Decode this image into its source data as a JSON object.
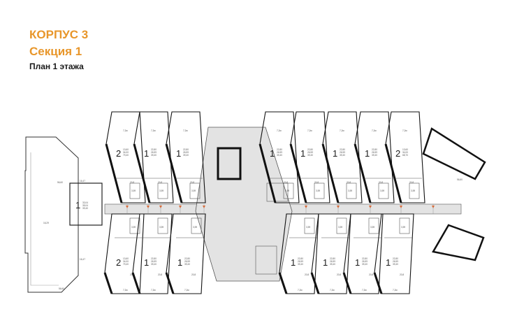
{
  "header": {
    "building": "КОРПУС 3",
    "section": "Секция 1",
    "floor_plan": "План 1 этажа"
  },
  "colors": {
    "accent": "#e8962a",
    "wall": "#111111",
    "corridor": "#e3e3e3",
    "exit_arrow": "#e8662a"
  },
  "apartments": {
    "top": [
      {
        "rooms": "2",
        "areas": [
          "13,60",
          "34,00",
          "79,40"
        ]
      },
      {
        "rooms": "1",
        "areas": [
          "22,80",
          "26,59",
          "39,40"
        ]
      },
      {
        "rooms": "1",
        "areas": [
          "22,80",
          "26,59",
          "39,40"
        ]
      },
      {
        "rooms": "1",
        "areas": [
          "22,80",
          "26,59",
          "39,40"
        ]
      },
      {
        "rooms": "1",
        "areas": [
          "22,80",
          "26,59",
          "39,40"
        ]
      },
      {
        "rooms": "1",
        "areas": [
          "22,80",
          "26,59",
          "39,40"
        ]
      },
      {
        "rooms": "1",
        "areas": [
          "22,80",
          "26,59",
          "39,40"
        ]
      },
      {
        "rooms": "2",
        "areas": [
          "13,60",
          "34,00",
          "68,70"
        ]
      }
    ],
    "bottom": [
      {
        "rooms": "2",
        "areas": [
          "13,60",
          "34,00",
          "79,40"
        ]
      },
      {
        "rooms": "1",
        "areas": [
          "22,80",
          "26,59",
          "39,40"
        ]
      },
      {
        "rooms": "1",
        "areas": [
          "22,80",
          "26,59",
          "39,40"
        ]
      },
      {
        "rooms": "1",
        "areas": [
          "22,80",
          "26,59",
          "39,40"
        ]
      },
      {
        "rooms": "1",
        "areas": [
          "22,80",
          "26,59",
          "39,40"
        ]
      },
      {
        "rooms": "1",
        "areas": [
          "22,80",
          "26,59",
          "39,40"
        ]
      },
      {
        "rooms": "1",
        "areas": [
          "22,80",
          "26,59",
          "39,40"
        ]
      }
    ],
    "left": {
      "rooms": "1",
      "areas": [
        "33,04",
        "35,04",
        "39,40"
      ]
    }
  },
  "labels": {
    "balcony": "7,2м",
    "kitchen_top": "20,8",
    "bath": "3,59",
    "end_kitchen": "20,6",
    "wing_top": "56,60",
    "wing_mid": "16,29",
    "wing_bottom": "56,60",
    "lounge_top": "16,47",
    "lounge_bottom": "16,47",
    "wing_right": "56,60"
  }
}
